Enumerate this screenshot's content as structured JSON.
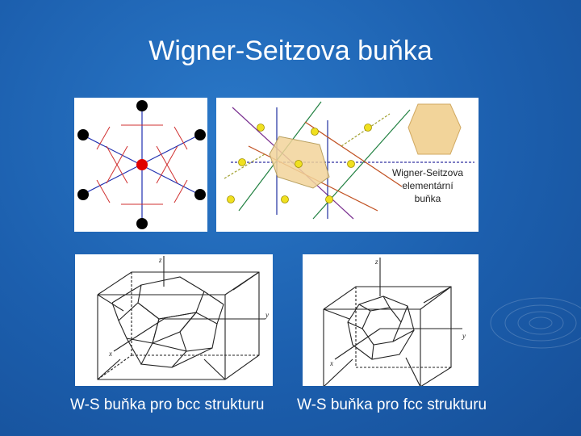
{
  "slide": {
    "title": "Wigner-Seitzova buňka",
    "background_color": "#1c5fae"
  },
  "top_right": {
    "label_lines": [
      "Wigner-Seitzova",
      "elementární",
      "buňka"
    ]
  },
  "captions": {
    "bcc": "W-S  buňka pro bcc strukturu",
    "fcc": "W-S  buňka pro fcc strukturu"
  },
  "axis_labels": {
    "x": "x",
    "y": "y",
    "z": "z"
  },
  "colors": {
    "lattice_point": "#000000",
    "center_point": "#e00000",
    "bisector": "#d03030",
    "neighbor_line": "#2030b0",
    "cell_fill": "#f2d49a",
    "yellow_point": "#f0e020"
  }
}
